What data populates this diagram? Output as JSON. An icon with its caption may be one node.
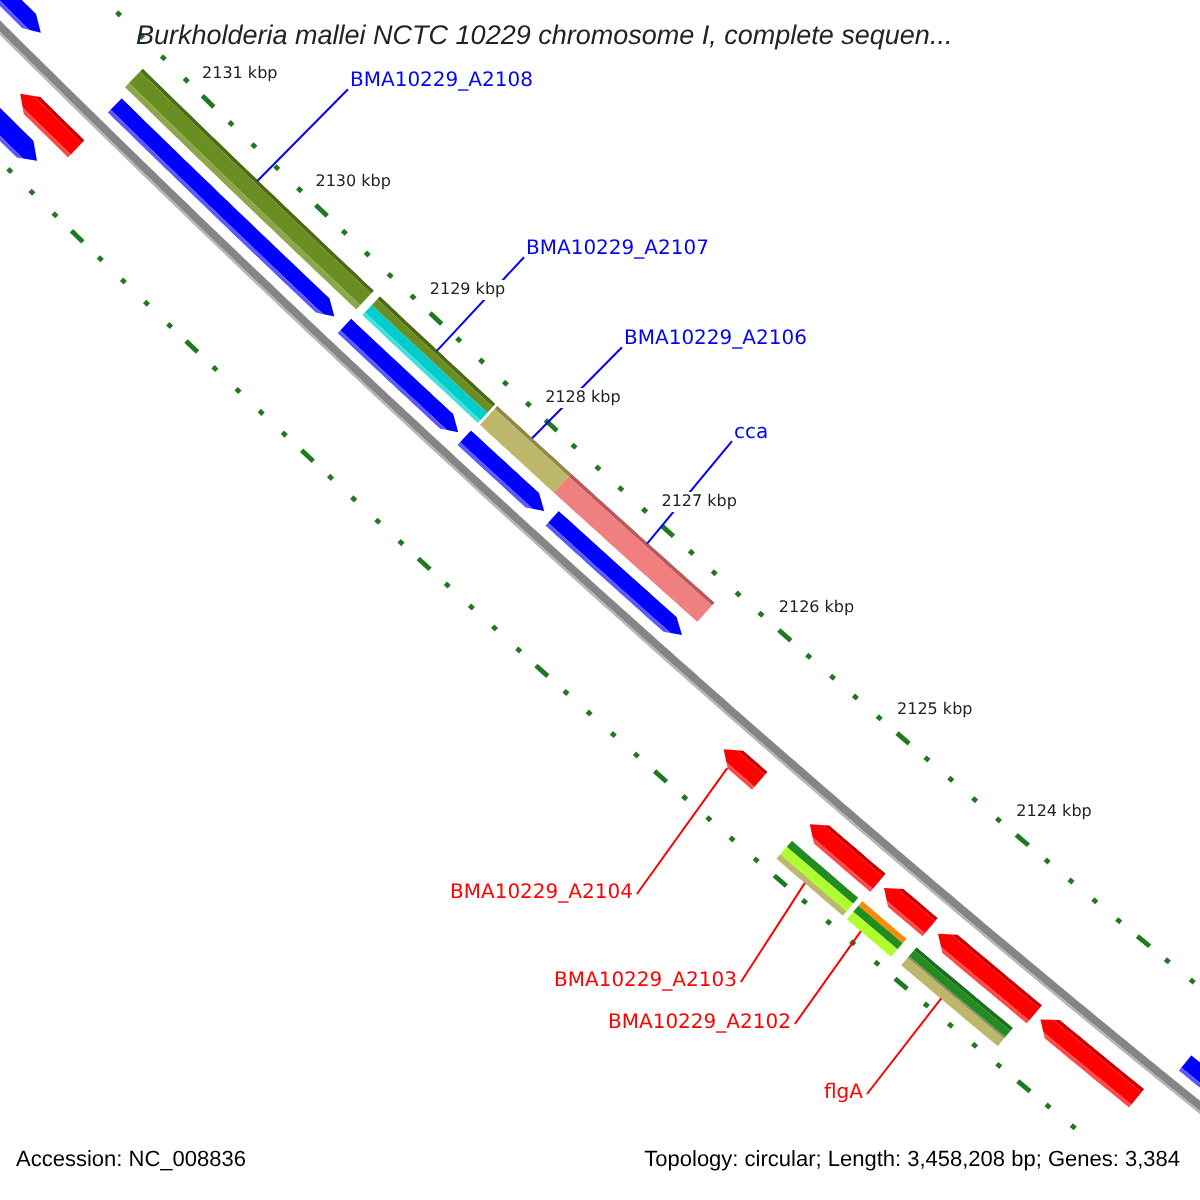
{
  "diagram": {
    "title": "Burkholderia mallei NCTC 10229 chromosome I, complete sequen...",
    "nodes": [
      {
        "text": [
          "BMA10229_A2108"
        ]
      },
      {
        "text": [
          "BMA10229_A2107"
        ]
      },
      {
        "text": [
          "BMA10229_A2106"
        ]
      },
      {
        "text": [
          "cca"
        ]
      },
      {
        "text": [
          "BMA10229_A2104"
        ]
      },
      {
        "text": [
          "BMA10229_A2103"
        ]
      },
      {
        "text": [
          "BMA10229_A2102"
        ]
      },
      {
        "text": [
          "flgA"
        ]
      },
      {
        "text": [],
        "shape": "bar"
      },
      {
        "text": [],
        "shape": "bar"
      },
      {
        "text": [],
        "shape": "bar"
      },
      {
        "text": [],
        "shape": "bar"
      },
      {
        "text": [],
        "shape": "bar"
      },
      {
        "text": [],
        "shape": "bar"
      },
      {
        "text": [],
        "shape": "bar"
      },
      {
        "text": [],
        "shape": "bar"
      }
    ],
    "edges": [
      {
        "from": 0,
        "to": 8,
        "arrow": "none",
        "color": "#0000ff"
      },
      {
        "from": 1,
        "to": 9,
        "arrow": "none",
        "color": "#0000ff"
      },
      {
        "from": 2,
        "to": 10,
        "arrow": "none",
        "color": "#0000ff"
      },
      {
        "from": 3,
        "to": 11,
        "arrow": "none",
        "color": "#0000ff"
      },
      {
        "from": 4,
        "to": 12,
        "arrow": "none",
        "color": "#ff0000"
      },
      {
        "from": 5,
        "to": 13,
        "arrow": "none",
        "color": "#ff0000"
      },
      {
        "from": 6,
        "to": 14,
        "arrow": "none",
        "color": "#ff0000"
      },
      {
        "from": 7,
        "to": 15,
        "arrow": "none",
        "color": "#ff0000"
      }
    ],
    "labels": [
      "2131 kbp",
      "2130 kbp",
      "2129 kbp",
      "2128 kbp",
      "2127 kbp",
      "2126 kbp",
      "2125 kbp",
      "2124 kbp",
      "Accession: NC_008836",
      "Topology: circular; Length: 3,458,208 bp; Genes: 3,384"
    ]
  }
}
